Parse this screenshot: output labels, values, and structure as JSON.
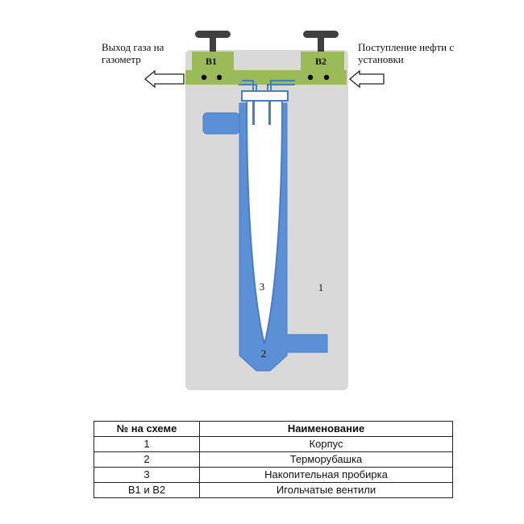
{
  "labels": {
    "gas_outlet": "Выход газа на газометр",
    "oil_inlet": "Поступление нефти с установки",
    "valve_b1": "B1",
    "valve_b2": "B2",
    "num_1": "1",
    "num_2": "2",
    "num_3": "3"
  },
  "table": {
    "headers": [
      "№ на схеме",
      "Наименование"
    ],
    "rows": [
      [
        "1",
        "Корпус"
      ],
      [
        "2",
        "Терморубашка"
      ],
      [
        "3",
        "Накопительная пробирка"
      ],
      [
        "B1 и B2",
        "Игольчатые вентили"
      ]
    ]
  },
  "colors": {
    "body": "#d9d9d9",
    "jacket": "#5b8fd6",
    "valve": "#9bbb59",
    "handle": "#404040"
  }
}
